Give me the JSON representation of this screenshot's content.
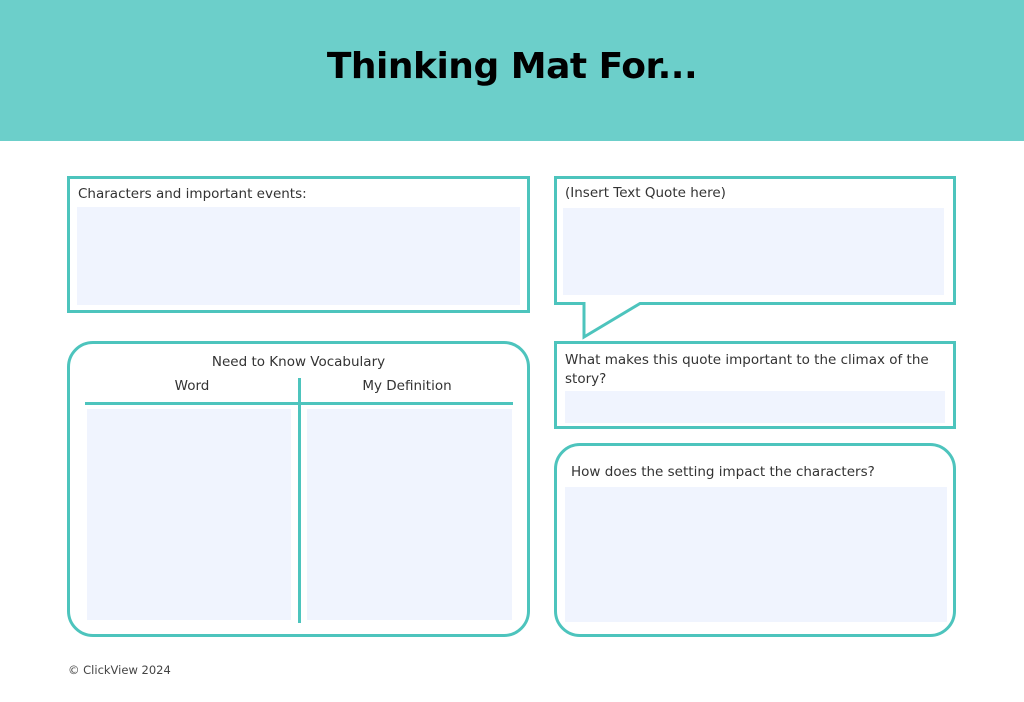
{
  "header": {
    "title": "Thinking Mat For...",
    "background": "#6ccfca"
  },
  "accent_color": "#4dc4bd",
  "fill_color": "#f0f4fe",
  "sections": {
    "characters": {
      "label": "Characters and important events:"
    },
    "quote": {
      "label": "(Insert Text Quote here)"
    },
    "quote_importance": {
      "label": "What makes this quote important to the climax of the story?"
    },
    "vocabulary": {
      "title": "Need to Know Vocabulary",
      "columns": [
        "Word",
        "My Definition"
      ]
    },
    "setting": {
      "label": "How does the setting impact the characters?"
    }
  },
  "footer": {
    "copyright": "© ClickView 2024"
  }
}
